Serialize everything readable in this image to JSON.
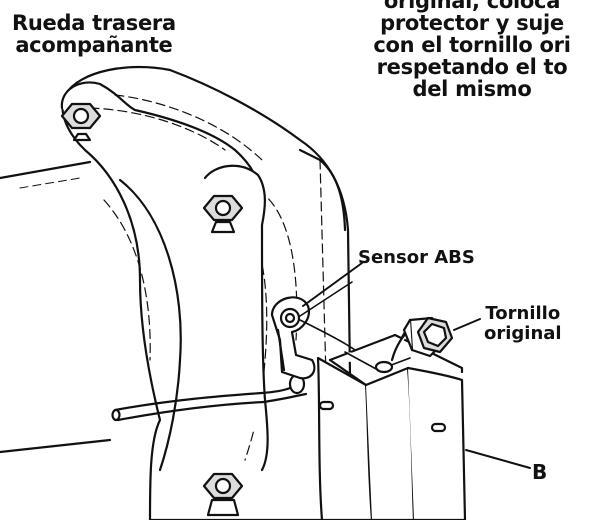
{
  "labels": {
    "rear_wheel_line1": "Rueda trasera",
    "rear_wheel_line2": "acompañante",
    "note_line1": "original, coloca",
    "note_line2": "protector y suje",
    "note_line3": "con el tornillo ori",
    "note_line4": "respetando el to",
    "note_line5": "del mismo",
    "sensor": "Sensor ABS",
    "bolt_line1": "Tornillo",
    "bolt_line2": "original",
    "part_b": "B"
  },
  "colors": {
    "ink": "#111111",
    "background": "#ffffff",
    "metal_fill": "#ffffff",
    "bolt_fill": "#dcdcdc"
  }
}
